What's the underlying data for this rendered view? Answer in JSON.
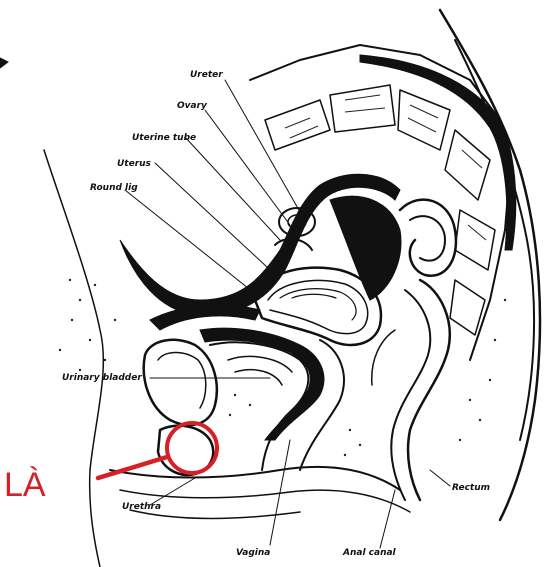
{
  "labels": {
    "ureter": "Ureter",
    "ovary": "Ovary",
    "uterine_tube": "Uterine tube",
    "uterus": "Uterus",
    "round_lig": "Round lig",
    "urinary_bladder": "Urinary bladder",
    "urethra": "Urethra",
    "vagina": "Vagina",
    "anal_canal": "Anal canal",
    "rectum": "Rectum"
  },
  "annotation": {
    "text": "LÀ",
    "color": "#d61f26"
  }
}
